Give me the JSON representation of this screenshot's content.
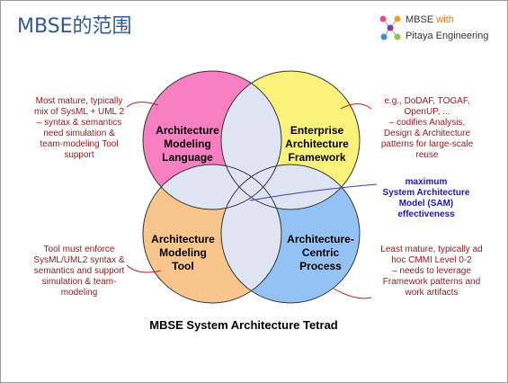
{
  "title": "MBSE的范围",
  "logo": {
    "line1": "MBSE",
    "with": "with",
    "line2": "Pitaya Engineering"
  },
  "colors": {
    "title": "#2d5a93",
    "circle_language": "#f77fc2",
    "circle_framework": "#fbf27c",
    "circle_tool": "#f8c58d",
    "circle_process": "#95c2f5",
    "overlap": "#dfe5f3",
    "note_text": "#8b1a1a",
    "sam_text": "#1a1aa8"
  },
  "circles": {
    "language": [
      "Architecture",
      "Modeling",
      "Language"
    ],
    "framework": [
      "Enterprise",
      "Architecture",
      "Framework"
    ],
    "tool": [
      "Architecture",
      "Modeling",
      "Tool"
    ],
    "process": [
      "Architecture-",
      "Centric",
      "Process"
    ]
  },
  "notes": {
    "language": [
      "Most mature, typically",
      "mix of SysML + UML 2",
      "– syntax & semantics",
      "need simulation &",
      "team-modeling Tool",
      "support"
    ],
    "framework": [
      "e.g., DoDAF, TOGAF,",
      "OpenUP, ...",
      "– codifies Analysis,",
      "Design & Architecture",
      "patterns for large-scale",
      "reuse"
    ],
    "tool": [
      "Tool must enforce",
      "SysML/UML2 syntax &",
      "semantics and support",
      "simulation & team-",
      "modeling"
    ],
    "process": [
      "Least mature, typically ad",
      "hoc CMMI Level 0-2",
      "– needs to leverage",
      "Framework patterns and",
      "work artifacts"
    ]
  },
  "sam": [
    "maximum",
    "System Architecture",
    "Model (SAM)",
    "effectiveness"
  ],
  "caption": "MBSE System Architecture Tetrad"
}
